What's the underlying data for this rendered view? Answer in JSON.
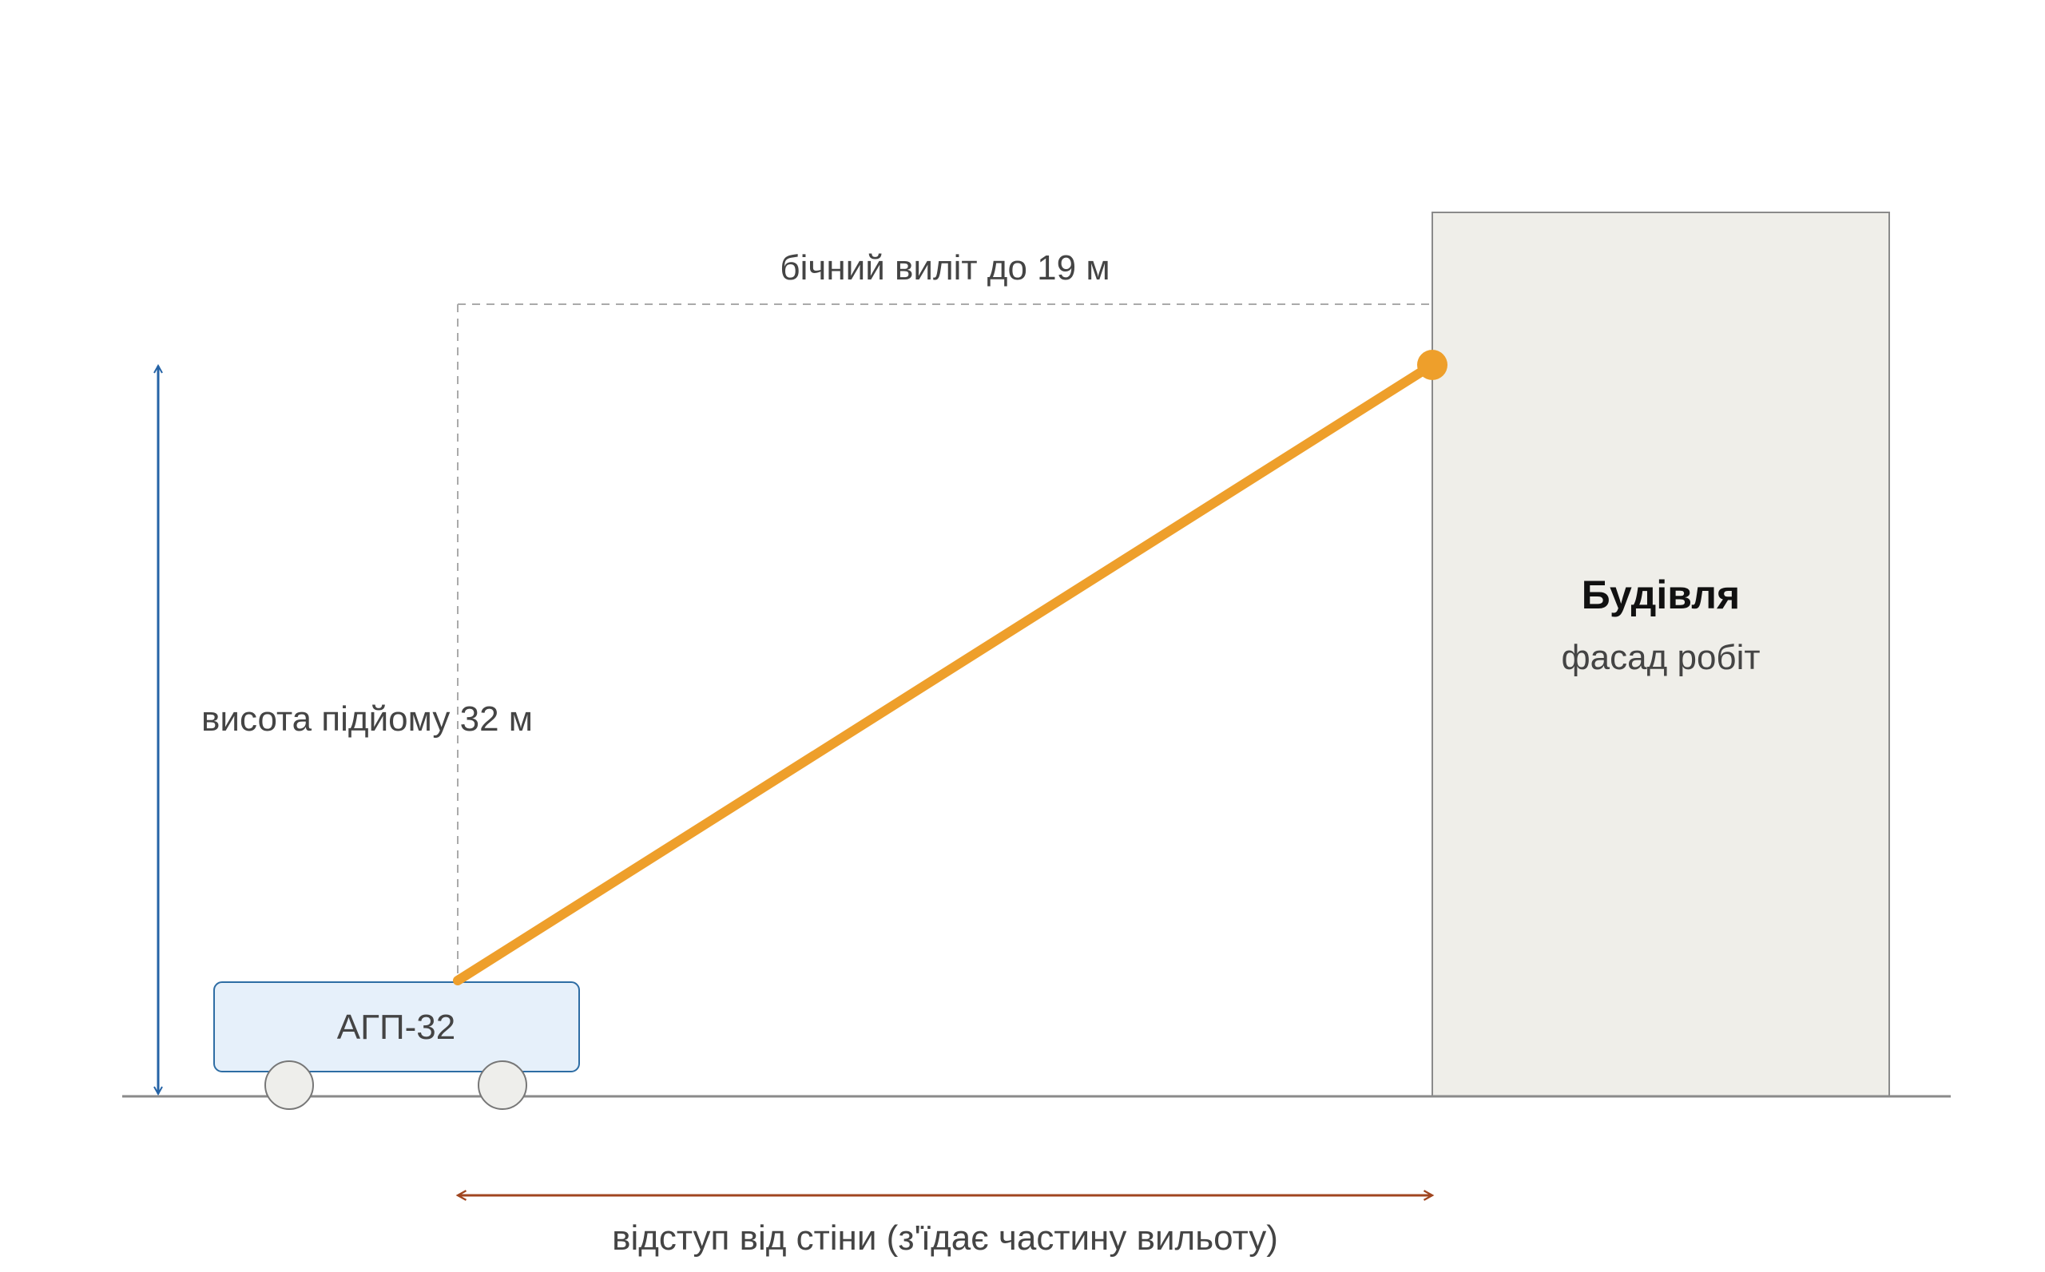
{
  "labels": {
    "side_reach": "бічний виліт до 19 м",
    "lift_height": "висота підйому 32 м",
    "vehicle": "АГП-32",
    "building_title": "Будівля",
    "building_subtitle": "фасад робіт",
    "wall_offset": "відступ від стіни (з'їдає частину вильоту)"
  },
  "colors": {
    "boom": "#EE9F2B",
    "height_arrow": "#2563A6",
    "offset_arrow": "#A0451F",
    "building_fill": "#EFEEE9",
    "building_stroke": "#8A8A8A",
    "vehicle_fill": "#E6F0FA",
    "vehicle_stroke": "#2E6DA4",
    "wheel_fill": "#EEEEEB",
    "ground": "#8A8A8A",
    "guide_dash": "#AAAAAA"
  }
}
